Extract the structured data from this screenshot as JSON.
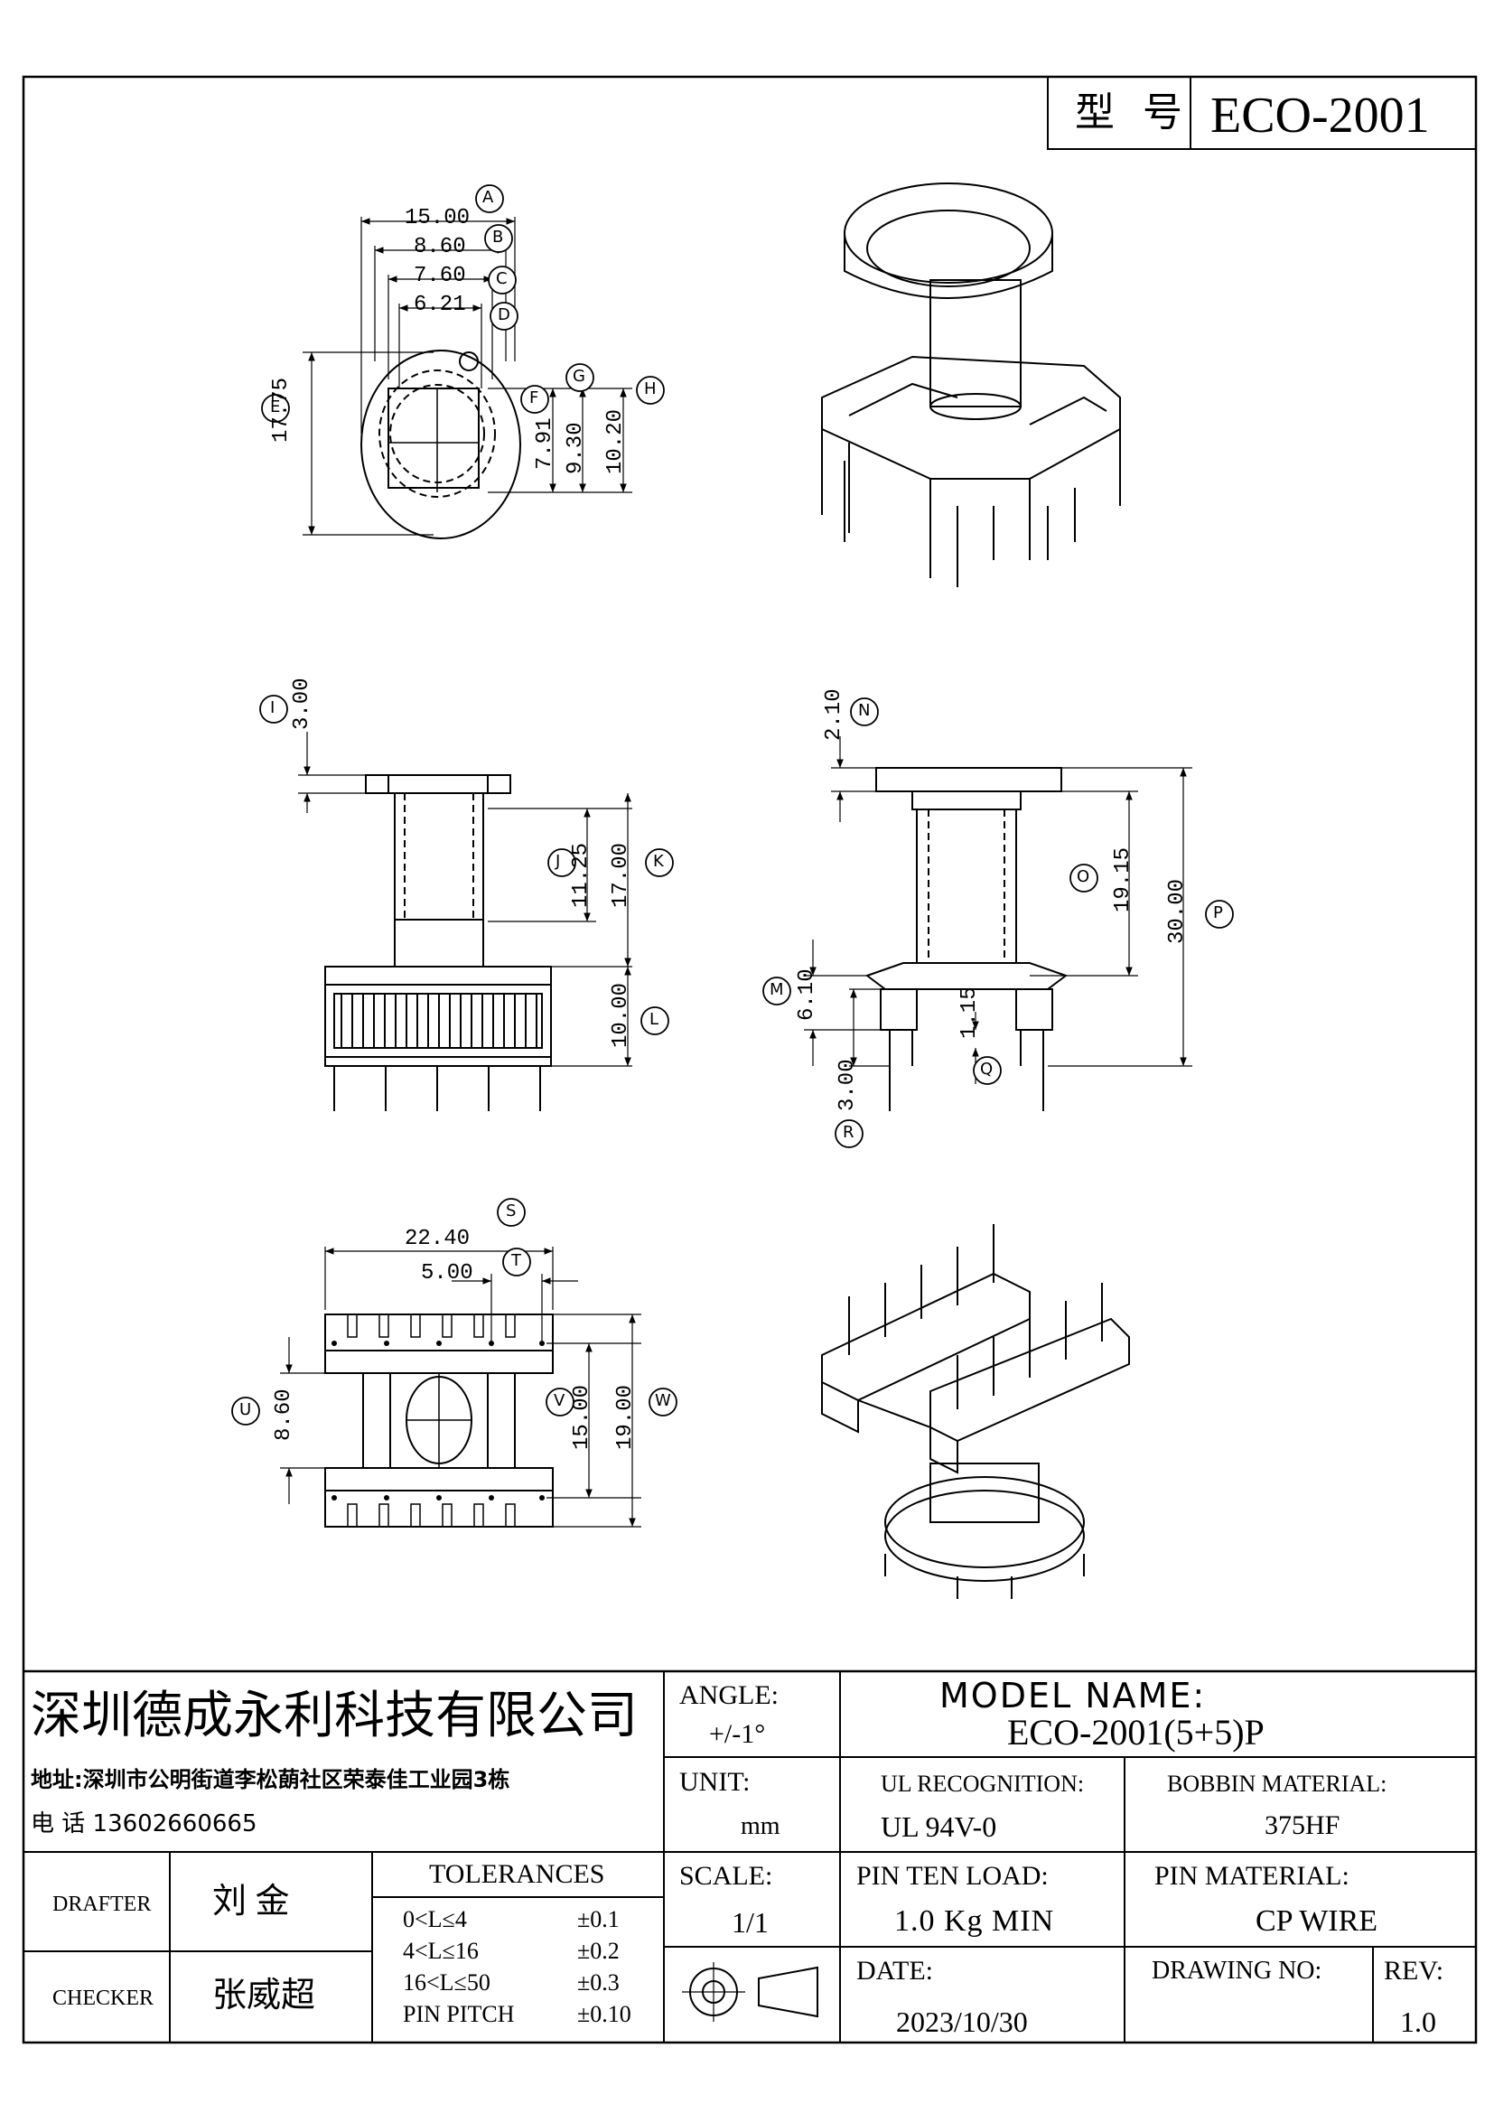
{
  "model_box": {
    "label": "型 号",
    "value": "ECO-2001"
  },
  "dimensions": {
    "A": "15.00",
    "B": "8.60",
    "C": "7.60",
    "D": "6.21",
    "E": "17.75",
    "F": "7.91",
    "G": "9.30",
    "H": "10.20",
    "I": "3.00",
    "J": "11.25",
    "K": "17.00",
    "L": "10.00",
    "N": "2.10",
    "O": "19.15",
    "P": "30.00",
    "M": "6.10",
    "Q": "1.15",
    "R": "3.00",
    "S": "22.40",
    "T": "5.00",
    "U": "8.60",
    "V": "15.00",
    "W": "19.00"
  },
  "title_block": {
    "company": "深圳德成永利科技有限公司",
    "address": "地址:深圳市公明街道李松蓢社区荣泰佳工业园3栋",
    "phone": "电 话  13602660665",
    "angle_label": "ANGLE:",
    "angle_value": "+/-1°",
    "unit_label": "UNIT:",
    "unit_value": "mm",
    "model_name_label": "MODEL NAME:",
    "model_name_value": "ECO-2001(5+5)P",
    "ul_label": "UL RECOGNITION:",
    "ul_value": "UL 94V-0",
    "bobbin_label": "BOBBIN MATERIAL:",
    "bobbin_value": "375HF",
    "drafter_label": "DRAFTER",
    "drafter_value": "刘  金",
    "checker_label": "CHECKER",
    "checker_value": "张威超",
    "tolerances_label": "TOLERANCES",
    "tolerances": [
      {
        "range": "0<L≤4",
        "tol": "±0.1"
      },
      {
        "range": "4<L≤16",
        "tol": "±0.2"
      },
      {
        "range": "16<L≤50",
        "tol": "±0.3"
      },
      {
        "range": "PIN PITCH",
        "tol": "±0.10"
      }
    ],
    "scale_label": "SCALE:",
    "scale_value": "1/1",
    "pin_load_label": "PIN TEN LOAD:",
    "pin_load_value": "1.0 Kg MIN",
    "pin_material_label": "PIN MATERIAL:",
    "pin_material_value": "CP WIRE",
    "date_label": "DATE:",
    "date_value": "2023/10/30",
    "drawing_no_label": "DRAWING NO:",
    "rev_label": "REV:",
    "rev_value": "1.0"
  }
}
